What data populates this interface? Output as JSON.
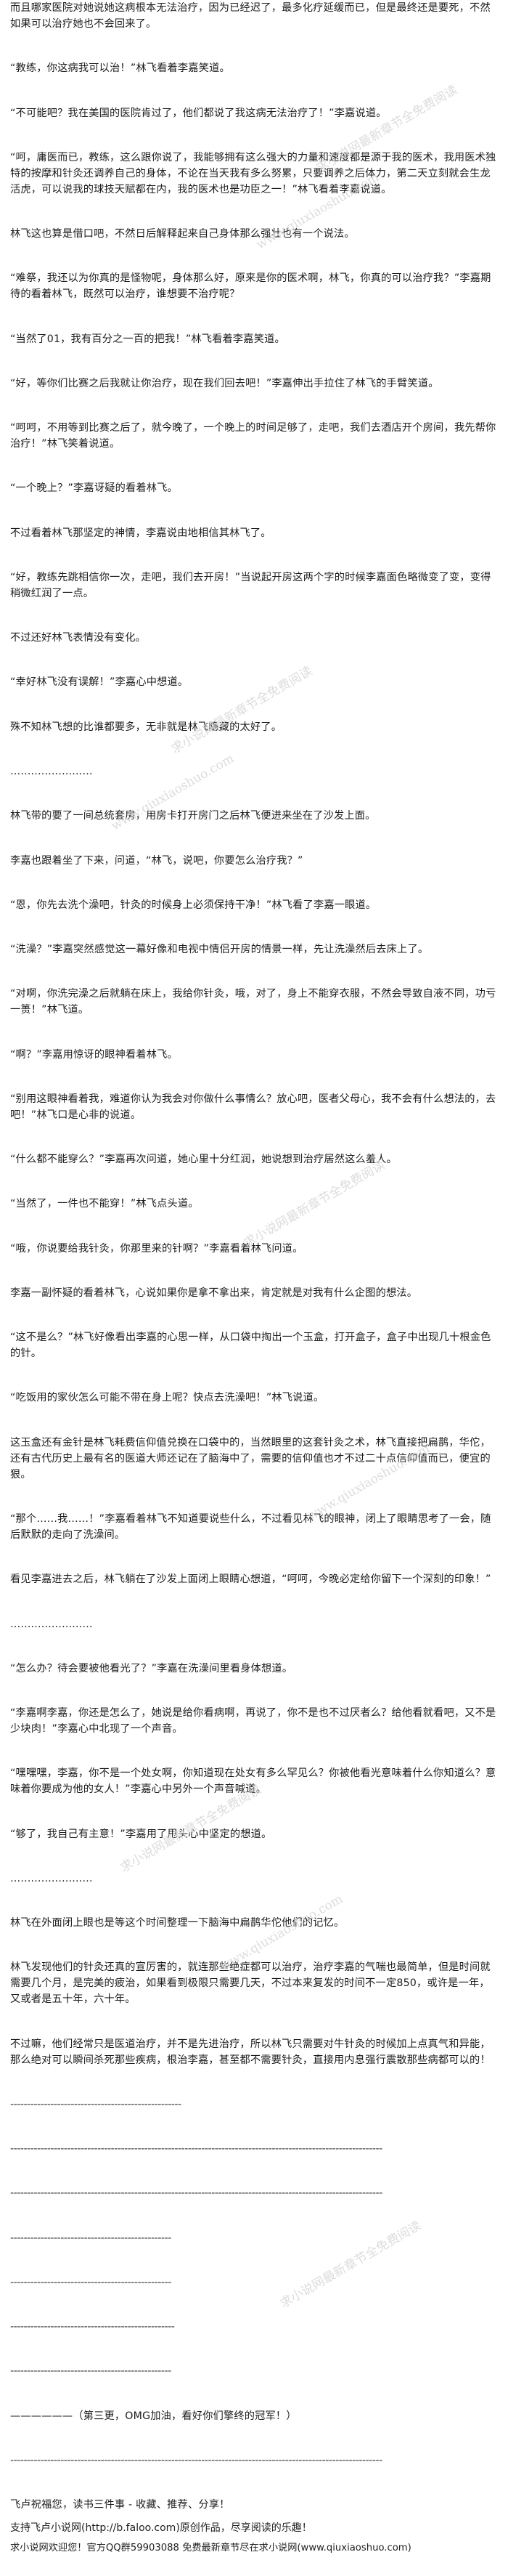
{
  "paragraphs": [
    "而且哪家医院对她说她这病根本无法治疗，因为已经迟了，最多化疗延缓而已，但是最终还是要死，不然如果可以治疗她也不会回来了。",
    "“教练，你这病我可以治！”林飞看着李嘉笑道。",
    "“不可能吧？我在美国的医院肯过了，他们都说了我这病无法治疗了！”李嘉说道。",
    "“呵，庸医而已，教练，这么跟你说了，我能够拥有这么强大的力量和速度都是源于我的医术，我用医术独特的按摩和针灸还调养自己的身体，不论在当天我有多么努累，只要调养之后体力，第二天立刻就会生龙活虎，可以说我的球技天赋都在内，我的医术也是功臣之一！”林飞看着李嘉说道。",
    "林飞这也算是借口吧，不然日后解释起来自己身体那么强壮也有一个说法。",
    "“难祭，我还以为你真的是怪物呢，身体那么好，原来是你的医术啊，林飞，你真的可以治疗我？”李嘉期待的看着林飞，既然可以治疗，谁想要不治疗呢？",
    "“当然了01，我有百分之一百的把我！”林飞看着李嘉笑道。",
    "“好，等你们比赛之后我就让你治疗，现在我们回去吧！”李嘉伸出手拉住了林飞的手臂笑道。",
    "“呵呵，不用等到比赛之后了，就今晚了，一个晚上的时间足够了，走吧，我们去酒店开个房间，我先帮你治疗！”林飞笑着说道。",
    "“一个晚上？”李嘉讶疑的看着林飞。",
    "不过看着林飞那坚定的神情，李嘉说由地相信其林飞了。",
    "“好，教练先跳相信你一次，走吧，我们去开房！”当说起开房这两个字的时候李嘉面色略微变了变，变得稍微红润了一点。",
    "不过还好林飞表情没有变化。",
    "“幸好林飞没有误解！”李嘉心中想道。",
    "殊不知林飞想的比谁都要多，无非就是林飞隐藏的太好了。",
    "……………………",
    "林飞带的要了一间总统套房，用房卡打开房门之后林飞便进来坐在了沙发上面。",
    "李嘉也跟着坐了下来，问道，“林飞，说吧，你要怎么治疗我？”",
    "“恩，你先去洗个澡吧，针灸的时候身上必须保持干净！”林飞看了李嘉一眼道。",
    "“洗澡？”李嘉突然感觉这一幕好像和电视中情侣开房的情景一样，先让洗澡然后去床上了。",
    "“对啊，你洗完澡之后就躺在床上，我给你针灸，哦，对了，身上不能穿衣服，不然会导致自液不同，功亏一篑！”林飞道。",
    "“啊？”李嘉用惊讶的眼神看着林飞。",
    "“别用这眼神看着我，难道你认为我会对你做什么事情么？放心吧，医者父母心，我不会有什么想法的，去吧！”林飞口是心非的说道。",
    "“什么都不能穿么？”李嘉再次问道，她心里十分红润，她说想到治疗居然这么羞人。",
    "“当然了，一件也不能穿！”林飞点头道。",
    "“哦，你说要给我针灸，你那里来的针啊？”李嘉看着林飞问道。",
    "李嘉一副怀疑的看着林飞，心说如果你是拿不拿出来，肯定就是对我有什么企图的想法。",
    "“这不是么？”林飞好像看出李嘉的心思一样，从口袋中掏出一个玉盒，打开盒子，盒子中出现几十根金色的针。",
    "“吃饭用的家伙怎么可能不带在身上呢？快点去洗澡吧！”林飞说道。",
    "这玉盒还有金针是林飞耗费信仰值兑换在口袋中的，当然眼里的这套针灸之术，林飞直接把扁鹊，华佗，还有古代历史上最有名的医道大师还记在了脑海中了，需要的信仰值也才不过二十点信仰值而已，便宜的狠。",
    "“那个……我……！”李嘉看着林飞不知道要说些什么，不过看见林飞的眼神，闭上了眼睛思考了一会，随后默默的走向了洗澡间。",
    "看见李嘉进去之后，林飞躺在了沙发上面闭上眼睛心想道，“呵呵，今晚必定给你留下一个深刻的印象！”",
    "……………………",
    "“怎么办？待会要被他看光了？”李嘉在洗澡间里看身体想道。",
    "“李嘉啊李嘉，你还是怎么了，她说是给你看病啊，再说了，你不是也不过厌者么？给他看就看吧，又不是少块肉！”李嘉心中北现了一个声音。",
    "“嘿嘿嘿，李嘉，你不是一个处女啊，你知道现在处女有多么罕见么？你被他看光意味着什么你知道么？意味着你要成为他的女人！”李嘉心中另外一个声音喊道。",
    "“够了，我自己有主意！”李嘉用了甩头心中坚定的想道。",
    "……………………",
    "林飞在外面闭上眼也是等这个时间整理一下脑海中扁鹊华佗他们的记忆。",
    "林飞发现他们的针灸还真的宣厉害的，就连那些绝症都可以治疗，治疗李嘉的气喘也最简单，但是时间就需要几个月，是完美的疲治，如果看到极限只需要几天，不过本来复发的时间不一定850，或许是一年，又或者是五十年，六十年。",
    "不过嘛，他们经常只是医道治疗，并不是先进治疗，所以林飞只需要对牛针灸的时候加上点真气和异能，那么绝对可以瞬间杀死那些疾病，根治李嘉，甚至都不需要针灸，直接用内息强行震散那些病都可以的！",
    "---------------------------------------------------",
    "---------------------------------------------------------------------------------------------------------------",
    "---------------------------------------------------------------------------------------------------------------",
    "------------------------------------------------",
    "------------------------------------------------",
    "-------------------------------------------------",
    "------------------------------------------------",
    "——————（第三更，OMG加油，看好你们擎终的冠军！）",
    "---------------------------------------------------------------------------------------------------------------",
    "飞卢祝福您，读书三件事 - 收藏、推荐、分享！"
  ],
  "footer": {
    "support": "支持飞卢小说网(http://b.faloo.com)原创作品，尽享阅读的乐趣！",
    "left": "求小说网欢迎您！官方QQ群59903088 免费最新章节尽在求小说网(www.qiuxiaoshuo.com)"
  },
  "watermark": {
    "text": "求小说网最新章节全免费阅读",
    "site": "www.qiuxiaoshuo.com",
    "color": "#d9d9d9"
  }
}
